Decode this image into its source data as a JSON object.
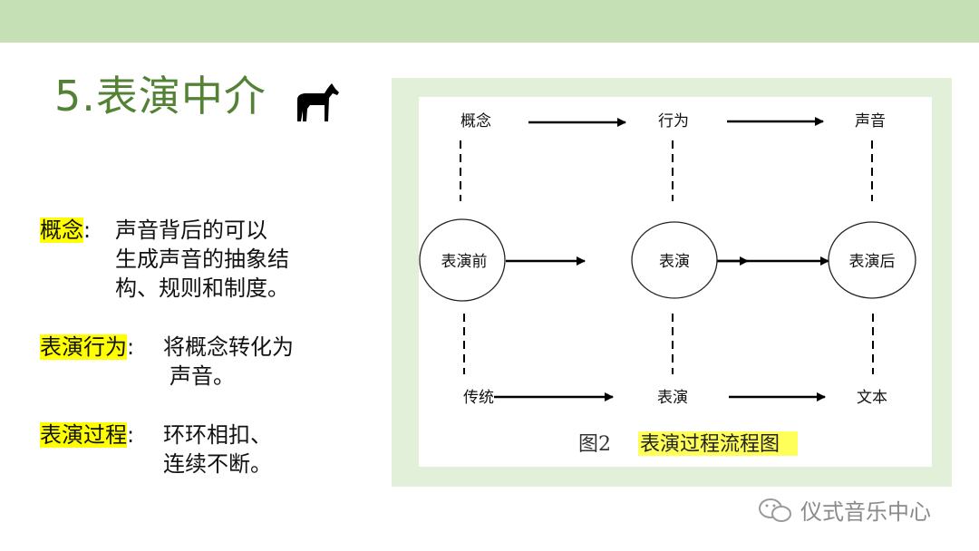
{
  "slide": {
    "title": "5.表演中介",
    "icon": "horse-icon",
    "items": [
      {
        "term": "概念",
        "colon": ":",
        "lines": [
          "声音背后的可以",
          "生成声音的抽象结",
          "构、规则和制度。"
        ]
      },
      {
        "term": "表演行为",
        "colon": ":",
        "lines": [
          "将概念转化为",
          "声音。"
        ]
      },
      {
        "term": "表演过程",
        "colon": ":",
        "lines": [
          "环环相扣、",
          "连续不断。"
        ]
      }
    ]
  },
  "diagram": {
    "top_row": [
      "概念",
      "行为",
      "声音"
    ],
    "middle_row": [
      "表演前",
      "表演",
      "表演后"
    ],
    "bottom_row": [
      "传统",
      "表演",
      "文本"
    ],
    "caption_number": "图2",
    "caption_title": "表演过程流程图"
  },
  "watermark": {
    "text": "仪式音乐中心",
    "icon": "wechat-icon"
  },
  "colors": {
    "topbar": "#c5e0b4",
    "title": "#548235",
    "highlight": "#ffff00",
    "panel": "#e2efd9"
  }
}
